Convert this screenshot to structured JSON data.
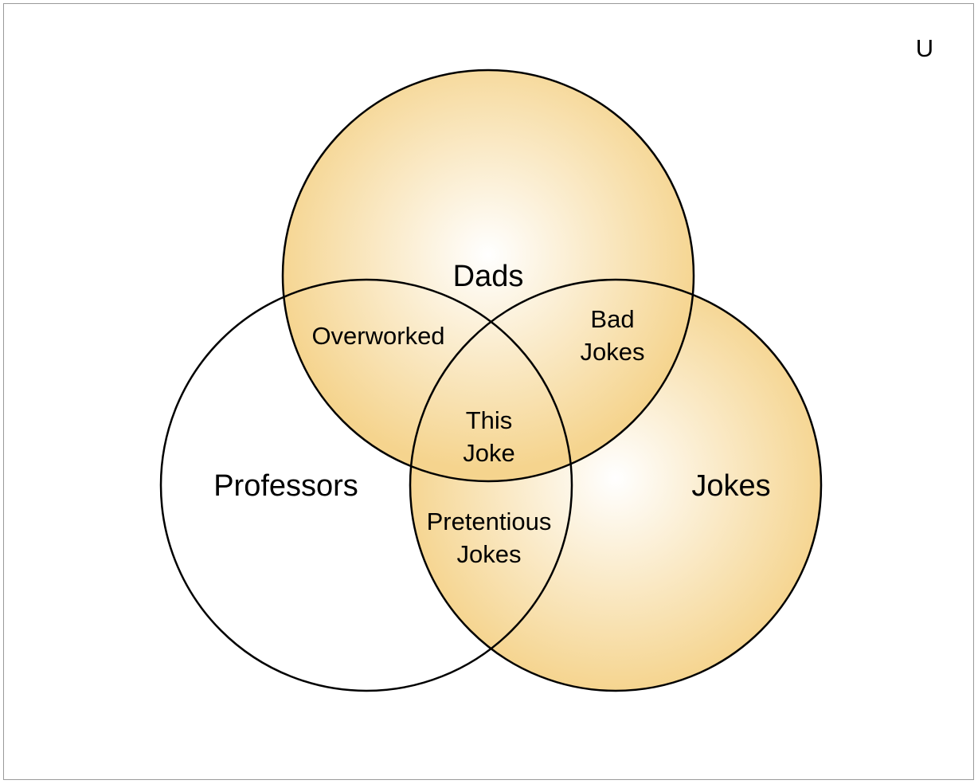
{
  "universe_label": "U",
  "sets": {
    "dads": "Dads",
    "professors": "Professors",
    "jokes": "Jokes"
  },
  "regions": {
    "dads_professors": "Overworked",
    "dads_jokes": [
      "Bad",
      "Jokes"
    ],
    "all_three": [
      "This",
      "Joke"
    ],
    "professors_jokes": [
      "Pretentious",
      "Jokes"
    ]
  },
  "colors": {
    "fill_edge": "#f5d48e",
    "fill_center": "#ffffff",
    "stroke": "#000000"
  }
}
